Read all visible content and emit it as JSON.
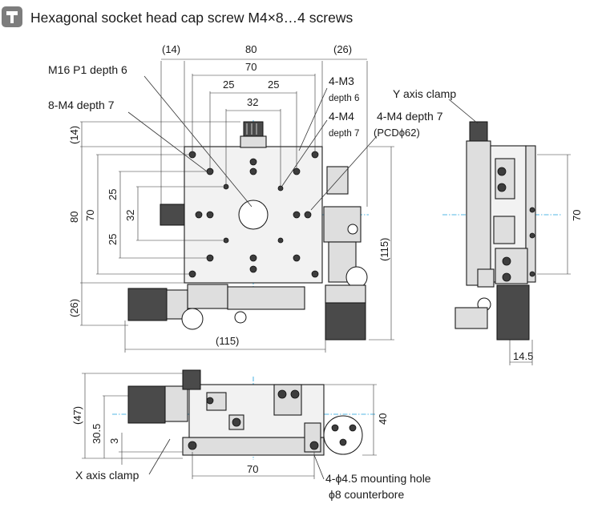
{
  "header": {
    "icon": "screw-icon",
    "title": "Hexagonal socket head cap screw M4×8…4 screws"
  },
  "callouts": {
    "m16": "M16 P1 depth 6",
    "m4_8": "8-M4 depth 7",
    "m3": "4-M3",
    "m3_depth": "depth 6",
    "m4_4": "4-M4",
    "m4_4_depth": "depth 7",
    "m4_pcd": "4-M4 depth 7",
    "pcd": "(PCDϕ62)",
    "y_clamp": "Y axis clamp",
    "x_clamp": "X axis clamp",
    "mount_hole": "4-ϕ4.5 mounting hole",
    "counterbore": "ϕ8 counterbore"
  },
  "dimensions": {
    "top_14": "(14)",
    "top_80": "80",
    "top_26": "(26)",
    "top_70": "70",
    "top_25a": "25",
    "top_25b": "25",
    "top_32": "32",
    "left_14": "(14)",
    "left_80": "80",
    "left_70": "70",
    "left_25a": "25",
    "left_32": "32",
    "left_25b": "25",
    "left_26": "(26)",
    "bottom_115": "(115)",
    "right_115": "(115)",
    "side_70": "70",
    "side_14_5": "14.5",
    "front_47": "(47)",
    "front_30_5": "30.5",
    "front_3": "3",
    "front_40": "40",
    "front_70": "70"
  },
  "colors": {
    "centerline": "#1ba0dc",
    "header_icon": "#7d7d7d"
  }
}
